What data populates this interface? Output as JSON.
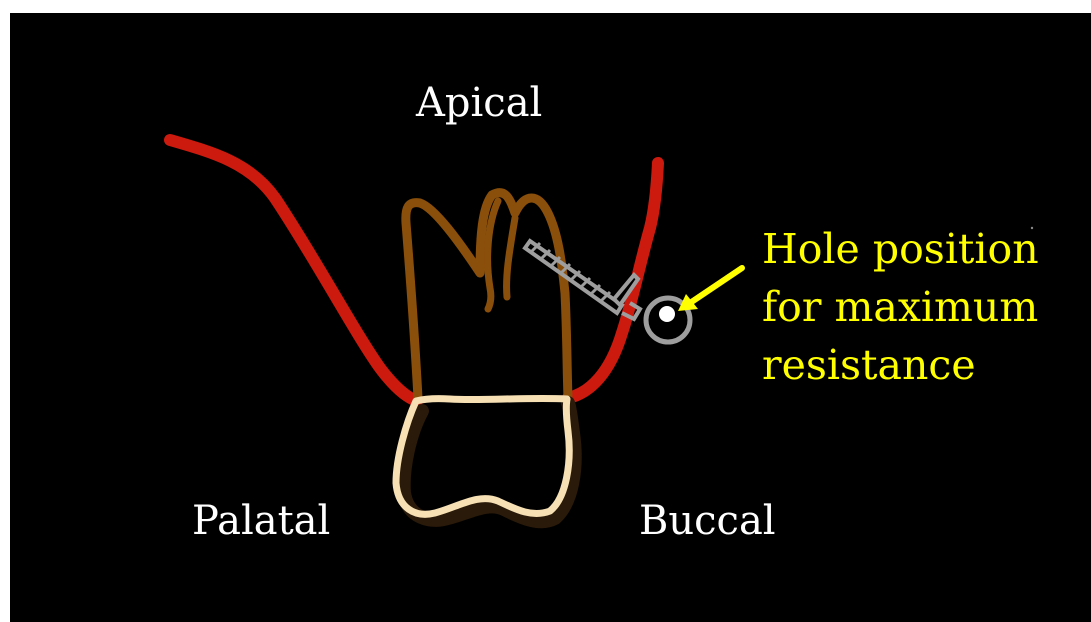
{
  "labels": {
    "apical": "Apical",
    "palatal": "Palatal",
    "buccal": "Buccal"
  },
  "callout": {
    "lines": [
      "Hole position",
      "for maximum",
      "resistance"
    ]
  },
  "colors": {
    "background": "#000000",
    "bone_outline": "#cc1a0e",
    "root": "#8a4f0a",
    "crown": "#f6e0b4",
    "screw": "#9e9e9e",
    "callout_text": "#ffff00",
    "arrow": "#ffff00",
    "label_text": "#ffffff"
  }
}
